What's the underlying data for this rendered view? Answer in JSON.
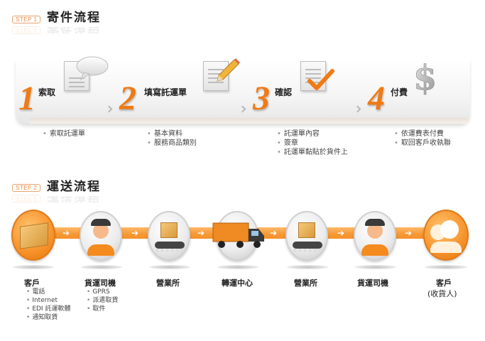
{
  "section1": {
    "badge": "STEP 1",
    "title": "寄件流程",
    "steps": [
      {
        "num": "1",
        "label": "索取",
        "icon": "speech-bubble-icon",
        "bullets": [
          "索取託運單"
        ]
      },
      {
        "num": "2",
        "label": "填寫託運單",
        "icon": "pencil-document-icon",
        "bullets": [
          "基本資料",
          "服務商品類別"
        ]
      },
      {
        "num": "3",
        "label": "確認",
        "icon": "checkmark-document-icon",
        "bullets": [
          "託運單內容",
          "簽章",
          "託運單黏貼於貨件上"
        ]
      },
      {
        "num": "4",
        "label": "付費",
        "icon": "dollar-sign-icon",
        "bullets": [
          "依運費表付費",
          "取回客戶收執聯"
        ]
      }
    ]
  },
  "section2": {
    "badge": "STEP 2",
    "title": "運送流程",
    "nodes": [
      {
        "title": "客戶",
        "icon": "package-box-icon",
        "bullets": [
          "電話",
          "Internet",
          "EDI 託運軟體",
          "通知取貨"
        ]
      },
      {
        "title": "貨運司機",
        "icon": "driver-person-icon",
        "bullets": [
          "GPRS",
          "派遣取貨",
          "取件"
        ]
      },
      {
        "title": "營業所",
        "icon": "conveyor-box-icon",
        "bullets": []
      },
      {
        "title": "轉運中心",
        "icon": "truck-icon",
        "bullets": []
      },
      {
        "title": "營業所",
        "icon": "conveyor-box-icon",
        "bullets": []
      },
      {
        "title": "貨運司機",
        "icon": "driver-person-icon",
        "bullets": []
      },
      {
        "title": "客戶",
        "title2": "(收貨人)",
        "icon": "customer-group-icon",
        "bullets": []
      }
    ]
  },
  "colors": {
    "accent": "#f07a14",
    "flow": "#f79935"
  }
}
